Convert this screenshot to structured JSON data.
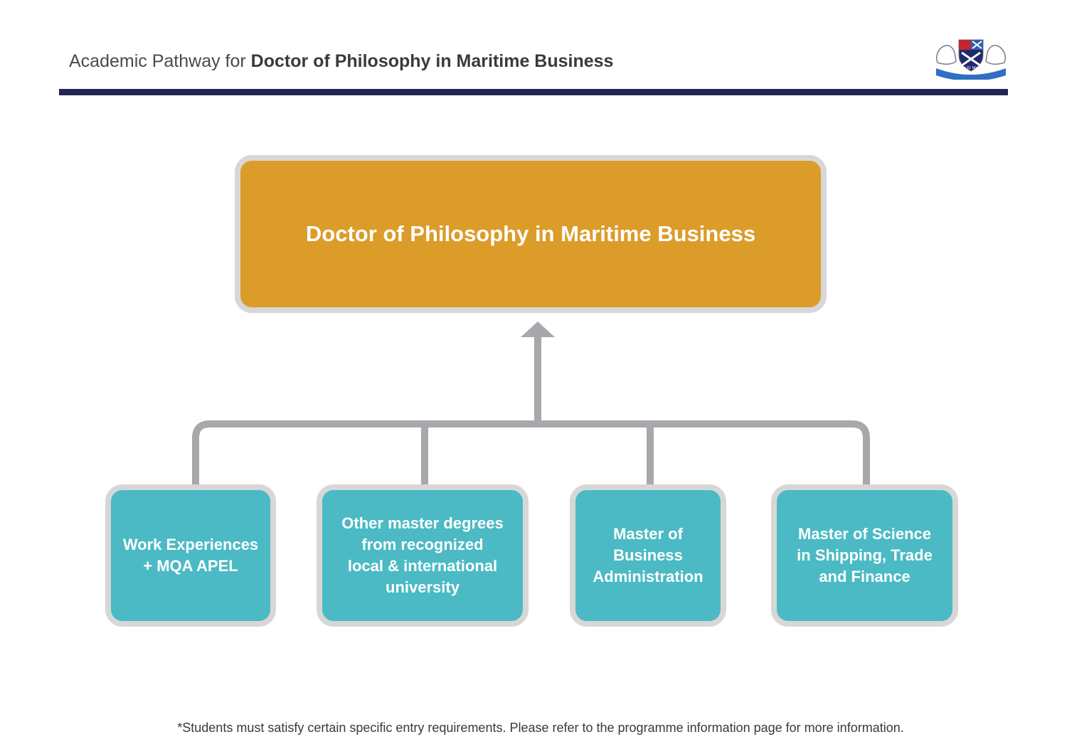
{
  "header": {
    "title_prefix": "Academic Pathway for ",
    "title_bold": "Doctor of Philosophy in Maritime Business",
    "rule_color": "#262456"
  },
  "logo": {
    "motto": "Honor Et Meritum",
    "icon": "crest-with-lions-icon"
  },
  "diagram": {
    "target": {
      "label": "Doctor of Philosophy in Maritime Business",
      "color": "#dc9c2a"
    },
    "sources": [
      {
        "label": "Work Experiences\n+ MQA APEL"
      },
      {
        "label": "Other master degrees\nfrom recognized\nlocal & international\nuniversity"
      },
      {
        "label": "Master of\nBusiness\nAdministration"
      },
      {
        "label": "Master of Science\nin Shipping, Trade\nand Finance"
      }
    ],
    "source_color": "#4bbac4",
    "border_color": "#d7d7d7",
    "connector_color": "#a7a8ab"
  },
  "footnote": "*Students must satisfy certain specific entry requirements. Please refer to the programme information page for more information."
}
